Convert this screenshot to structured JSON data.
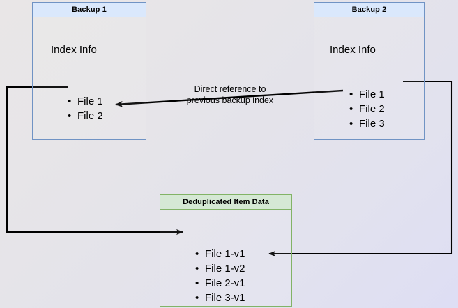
{
  "diagram": {
    "title": "Backup deduplication reference diagram",
    "colors": {
      "blue_fill": "#dae8fc",
      "blue_stroke": "#7093c4",
      "green_fill": "#d5e8d4",
      "green_stroke": "#82b366",
      "connector": "#000000",
      "text": "#000000"
    }
  },
  "backup1": {
    "title": "Backup 1",
    "section_label": "Index Info",
    "files": [
      "File 1",
      "File 2"
    ]
  },
  "backup2": {
    "title": "Backup 2",
    "section_label": "Index Info",
    "files": [
      "File 1",
      "File 2",
      "File 3"
    ]
  },
  "dedup": {
    "title": "Deduplicated Item Data",
    "items": [
      "File 1-v1",
      "File 1-v2",
      "File 2-v1",
      "File 3-v1"
    ]
  },
  "caption": {
    "line1": "Direct reference to",
    "line2": "previous backup index"
  }
}
